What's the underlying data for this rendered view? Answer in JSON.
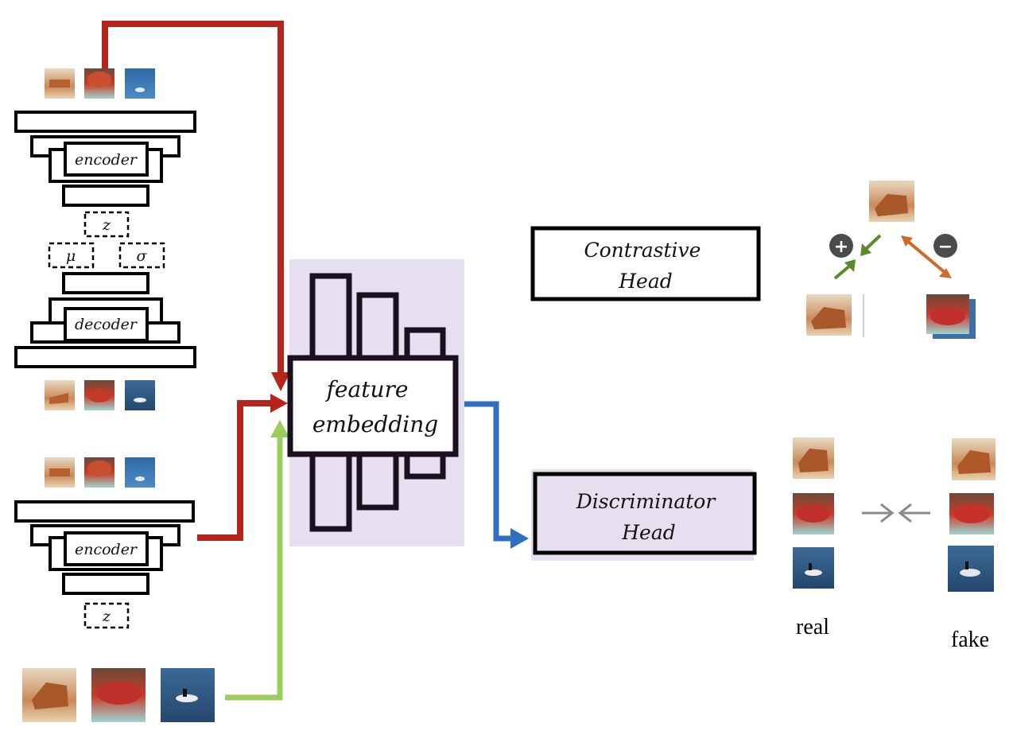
{
  "labels": {
    "encoder_top": "encoder",
    "decoder": "decoder",
    "encoder_bottom": "encoder",
    "z_top": "z",
    "mu": "μ",
    "sigma": "σ",
    "z_bottom": "z",
    "feature_line1": "feature",
    "feature_line2": "embedding",
    "contrastive_line1": "Contrastive",
    "contrastive_line2": "Head",
    "discriminator_line1": "Discriminator",
    "discriminator_line2": "Head",
    "real": "real",
    "fake": "fake"
  },
  "colors": {
    "red_arrow": "#b5251c",
    "green_arrow": "#9acd5c",
    "blue_arrow": "#2e6fc0",
    "backbone_fill": "#e6dff0",
    "dark_outline": "#1a1020",
    "contrast_pos": "#5a8a2e",
    "contrast_neg": "#d06a2a",
    "gray_arrow": "#8a8a8a"
  },
  "icons": {
    "plus": "+",
    "minus": "−"
  }
}
